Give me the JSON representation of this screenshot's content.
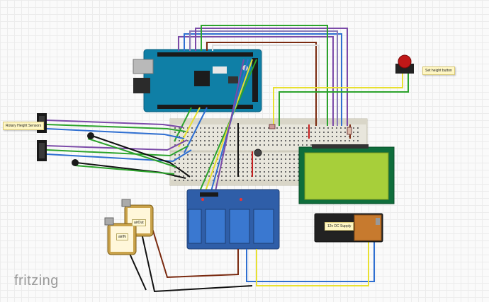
{
  "notes": {
    "rotary": "Rotary Height Sensors",
    "set_height": "Set height button",
    "dc_supply": "12v DC Supply",
    "air_out": "airOut",
    "air_in": "airIN"
  },
  "brand": "fritzing",
  "colors": {
    "wire_green": "#2ca32c",
    "wire_purple": "#7b4aa8",
    "wire_blue": "#2f6fd1",
    "wire_yellow": "#e8e030",
    "wire_red": "#c62020",
    "wire_brown": "#7a2a10",
    "wire_black": "#111111",
    "arduino": "#0f7fa6",
    "relay": "#2f5ea8",
    "lcd": "#a7cf3a"
  }
}
